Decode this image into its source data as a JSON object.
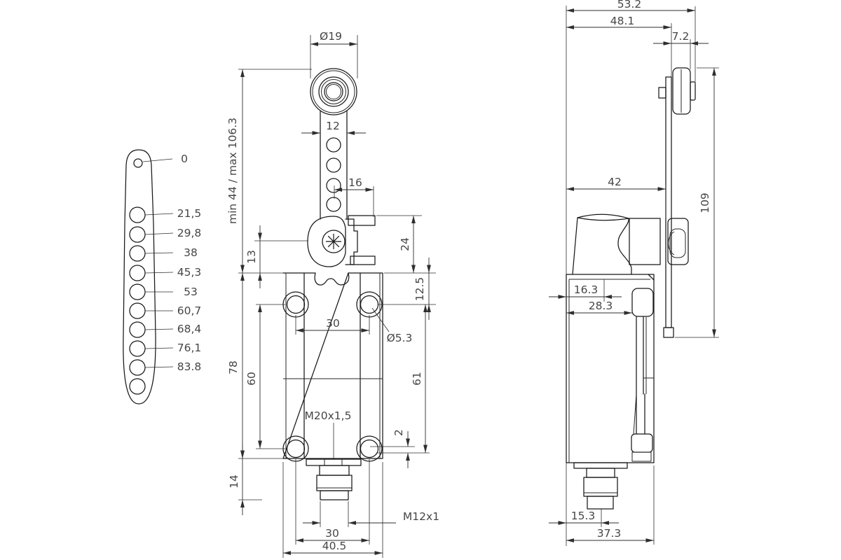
{
  "drawing": {
    "background": "#ffffff",
    "line_color": "#181818",
    "dim_color": "#2e2e2e",
    "text_color": "#464646",
    "lever_plate": {
      "hole_labels": [
        "0",
        "21,5",
        "29,8",
        "38",
        "45,3",
        "53",
        "60,7",
        "68,4",
        "76,1",
        "83.8"
      ]
    },
    "front": {
      "roller_diameter": "Ø19",
      "arm_width": "12",
      "hole_to_clamp": "16",
      "lever_length_range": "min 44 / max 106.3",
      "pivot_to_body": "13",
      "clamp_height": "24",
      "body_top_to_hole": "12.5",
      "mount_hole_spacing_x": "30",
      "mount_hole_diameter": "Ø5.3",
      "body_height": "78",
      "mount_hole_spacing_y_left": "60",
      "mount_hole_spacing_y_right": "61",
      "hole_edge_offset": "2",
      "conduit_thread": "M20x1,5",
      "connector_length": "14",
      "connector_thread": "M12x1",
      "connector_hole_spacing": "30",
      "body_width": "40.5"
    },
    "side": {
      "overall_depth": "53.2",
      "depth_to_lever_face": "48.1",
      "roller_width": "7.2",
      "head_depth": "42",
      "overall_height": "109",
      "conduit_center_offset": "16.3",
      "clamp_face_offset": "28.3",
      "connector_center_offset": "15.3",
      "body_depth": "37.3"
    }
  }
}
